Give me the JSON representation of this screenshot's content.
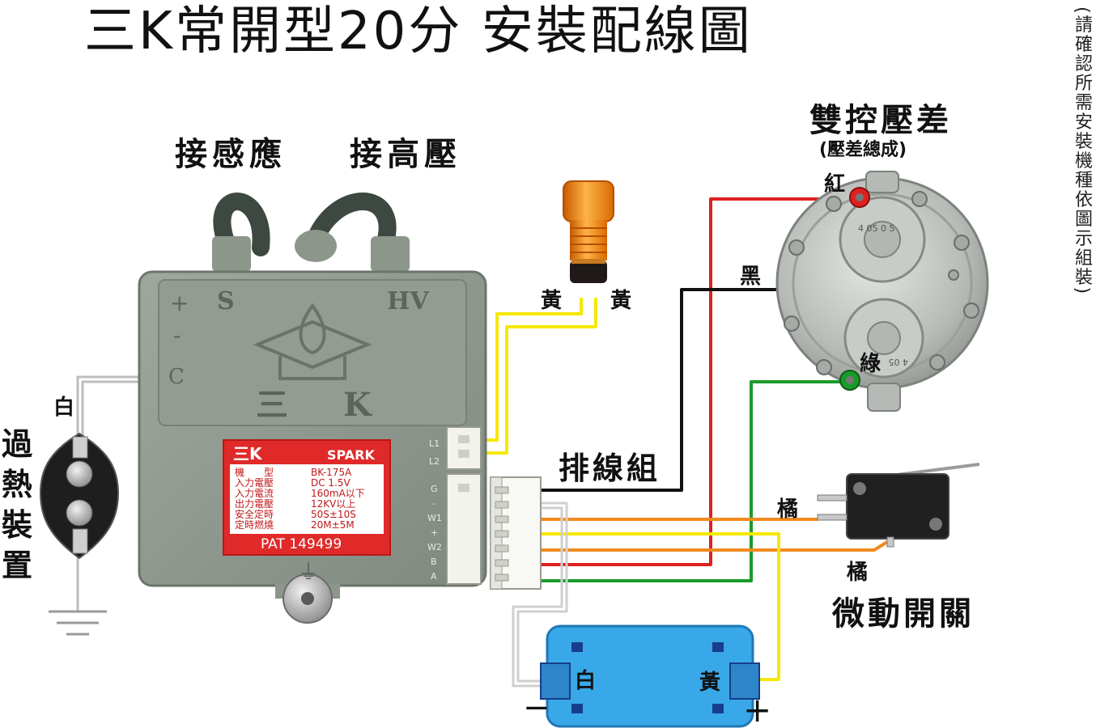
{
  "title": "三K常開型20分 安裝配線圖",
  "side_note": "(請確認所需安裝機種依圖示組裝)",
  "labels": {
    "sense": "接感應",
    "high_voltage": "接高壓",
    "pressure_valve": "雙控壓差",
    "pressure_valve_sub": "(壓差總成)",
    "harness": "排線組",
    "micro_switch": "微動開關",
    "overheat": [
      "過",
      "熱",
      "裝",
      "置"
    ]
  },
  "igniter": {
    "panel_marks": {
      "plus": "+",
      "minus": "-",
      "c": "C",
      "s": "S",
      "hv": "HV",
      "san": "三",
      "k": "K"
    },
    "connector_l": [
      "L1",
      "L2"
    ],
    "connector_g": [
      "G",
      "-",
      "W1",
      "+",
      "W2",
      "B",
      "A"
    ],
    "bottom_mark": "⏚",
    "plate": {
      "brand": "三K",
      "spark": "SPARK",
      "rows": [
        [
          "機　　型",
          "BK-175A"
        ],
        [
          "入力電壓",
          "DC 1.5V"
        ],
        [
          "入力電流",
          "160mA以下"
        ],
        [
          "出力電壓",
          "12KV以上"
        ],
        [
          "安全定時",
          "50S±10S"
        ],
        [
          "定時燃燒",
          "20M±5M"
        ]
      ],
      "pat": "PAT 149499"
    }
  },
  "valve_marks": {
    "code_top": "4 05 0 5",
    "code_bottom": "4 05"
  },
  "wire_colors": {
    "yellow": "#f5e800",
    "red": "#e02020",
    "black": "#111111",
    "green": "#1a9a2a",
    "orange": "#f08a20",
    "white": "#dddddd"
  },
  "wire_labels": {
    "yellow_left": "黃",
    "yellow_right": "黃",
    "red": "紅",
    "black": "黑",
    "green": "綠",
    "orange_top": "橘",
    "orange_bottom": "橘",
    "white_overheat": "白",
    "white_battery": "白",
    "yellow_battery": "黃"
  },
  "battery": {
    "minus": "−",
    "plus": "+"
  }
}
